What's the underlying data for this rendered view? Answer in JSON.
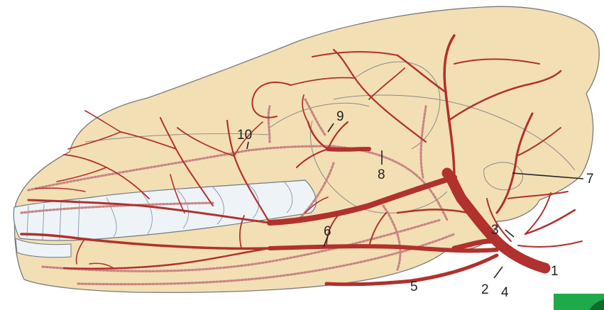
{
  "colors": {
    "bone": "#f3dfb4",
    "outline": "#7a7a7a",
    "artery": "#b0312d",
    "artery_dotted": "#c98583",
    "teeth": "#eef3f8",
    "corner_badge": "#1faa4a"
  },
  "labels": [
    {
      "id": "1",
      "text": "1"
    },
    {
      "id": "2",
      "text": "2"
    },
    {
      "id": "3",
      "text": "3"
    },
    {
      "id": "4",
      "text": "4"
    },
    {
      "id": "5",
      "text": "5"
    },
    {
      "id": "6",
      "text": "6"
    },
    {
      "id": "7",
      "text": "7"
    },
    {
      "id": "8",
      "text": "8"
    },
    {
      "id": "9",
      "text": "9"
    },
    {
      "id": "10",
      "text": "10"
    }
  ]
}
